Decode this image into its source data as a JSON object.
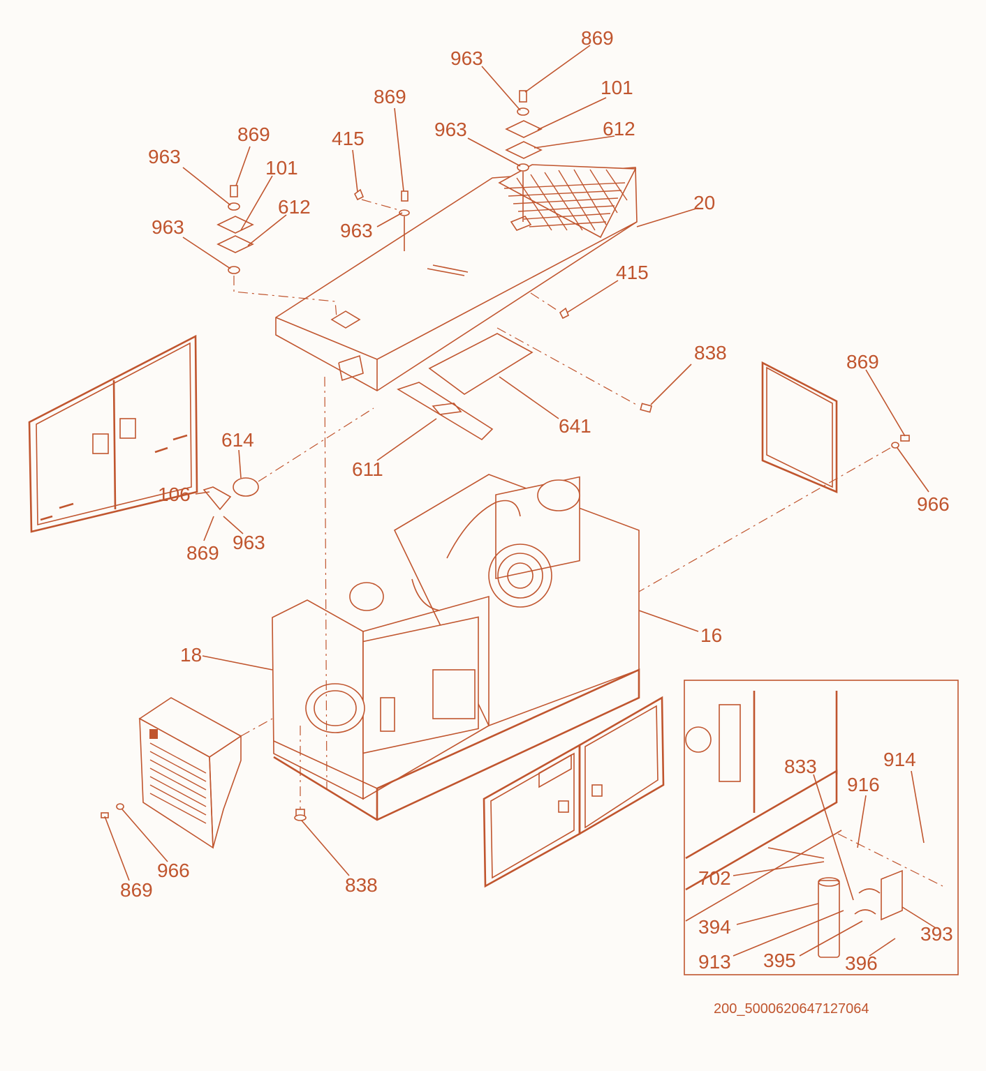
{
  "diagram": {
    "reference_code": "200_5000620647127064",
    "labels": {
      "l869_top": "869",
      "l963_top": "963",
      "l101_top": "101",
      "l963_mid": "963",
      "l612_top": "612",
      "l20": "20",
      "l869_c": "869",
      "l415_c": "415",
      "l963_c": "963",
      "l869_l": "869",
      "l963_l1": "963",
      "l101_l": "101",
      "l612_l": "612",
      "l963_l2": "963",
      "l415_r": "415",
      "l838_top": "838",
      "l641": "641",
      "l611": "611",
      "l614": "614",
      "l106": "106",
      "l869_d": "869",
      "l963_d": "963",
      "l869_r": "869",
      "l966_r": "966",
      "l16": "16",
      "l18": "18",
      "l966_l": "966",
      "l869_b": "869",
      "l838_b": "838",
      "l833": "833",
      "l914": "914",
      "l916": "916",
      "l702": "702",
      "l394": "394",
      "l393": "393",
      "l913": "913",
      "l395": "395",
      "l396": "396"
    }
  }
}
